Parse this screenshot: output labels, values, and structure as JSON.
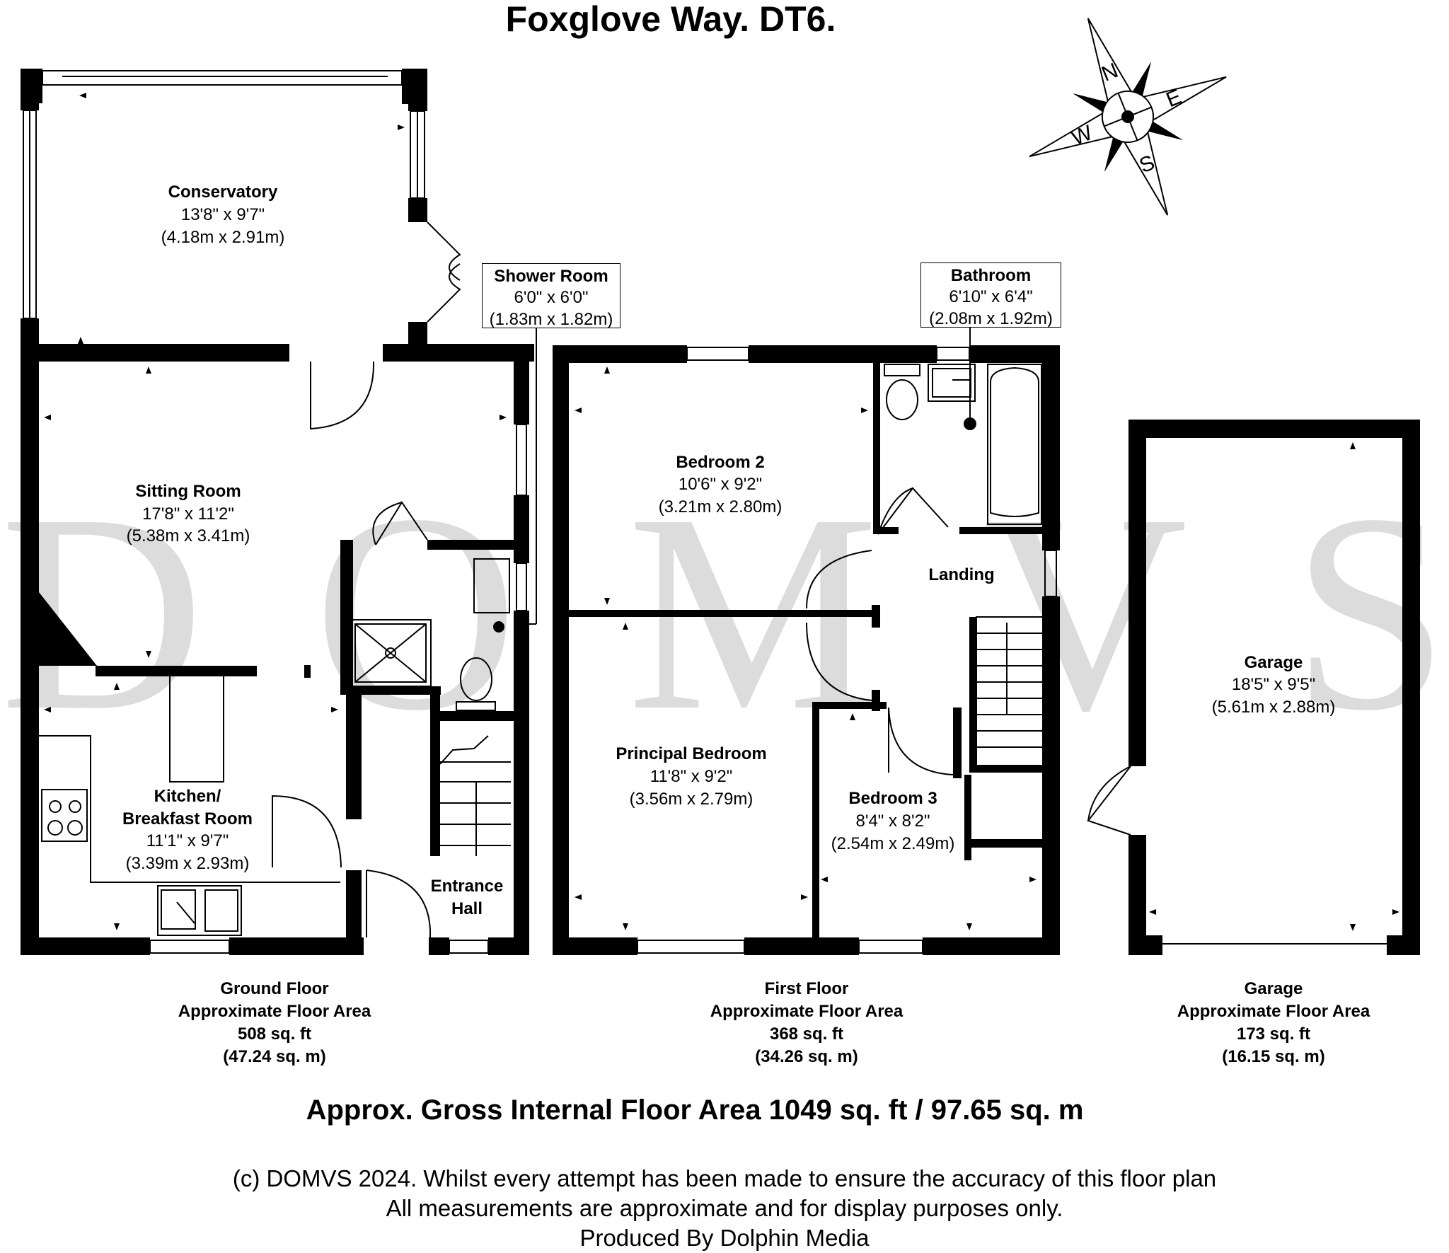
{
  "title": "Foxglove Way. DT6.",
  "watermark": "D O M V S",
  "compass": {
    "n": "N",
    "e": "E",
    "s": "S",
    "w": "W"
  },
  "rooms": {
    "conservatory": {
      "name": "Conservatory",
      "imperial": "13'8\" x 9'7\"",
      "metric": "(4.18m x 2.91m)"
    },
    "sitting_room": {
      "name": "Sitting Room",
      "imperial": "17'8\" x 11'2\"",
      "metric": "(5.38m x 3.41m)"
    },
    "shower_room": {
      "name": "Shower Room",
      "imperial": "6'0\" x 6'0\"",
      "metric": "(1.83m x 1.82m)"
    },
    "kitchen": {
      "name_line1": "Kitchen/",
      "name_line2": "Breakfast Room",
      "imperial": "11'1\" x 9'7\"",
      "metric": "(3.39m x 2.93m)"
    },
    "entrance_hall": {
      "name_line1": "Entrance",
      "name_line2": "Hall"
    },
    "bedroom_2": {
      "name": "Bedroom 2",
      "imperial": "10'6\" x 9'2\"",
      "metric": "(3.21m x 2.80m)"
    },
    "bathroom": {
      "name": "Bathroom",
      "imperial": "6'10\" x 6'4\"",
      "metric": "(2.08m x 1.92m)"
    },
    "landing": {
      "name": "Landing"
    },
    "principal_bedroom": {
      "name": "Principal Bedroom",
      "imperial": "11'8\" x 9'2\"",
      "metric": "(3.56m x 2.79m)"
    },
    "bedroom_3": {
      "name": "Bedroom 3",
      "imperial": "8'4\" x 8'2\"",
      "metric": "(2.54m x 2.49m)"
    },
    "garage": {
      "name": "Garage",
      "imperial": "18'5\" x 9'5\"",
      "metric": "(5.61m x 2.88m)"
    }
  },
  "floors": {
    "ground": {
      "name": "Ground Floor",
      "label": "Approximate Floor Area",
      "sqft": "508 sq. ft",
      "sqm": "(47.24 sq. m)"
    },
    "first": {
      "name": "First Floor",
      "label": "Approximate Floor Area",
      "sqft": "368 sq. ft",
      "sqm": "(34.26 sq. m)"
    },
    "garage": {
      "name": "Garage",
      "label": "Approximate Floor Area",
      "sqft": "173 sq. ft",
      "sqm": "(16.15 sq. m)"
    }
  },
  "gross_area": "Approx. Gross Internal Floor Area 1049 sq. ft / 97.65 sq. m",
  "disclaimer": {
    "line1": "(c) DOMVS 2024. Whilst every attempt has been made to ensure the accuracy of this floor plan",
    "line2": "All measurements are approximate and for display purposes only.",
    "line3": "Produced By Dolphin Media"
  }
}
